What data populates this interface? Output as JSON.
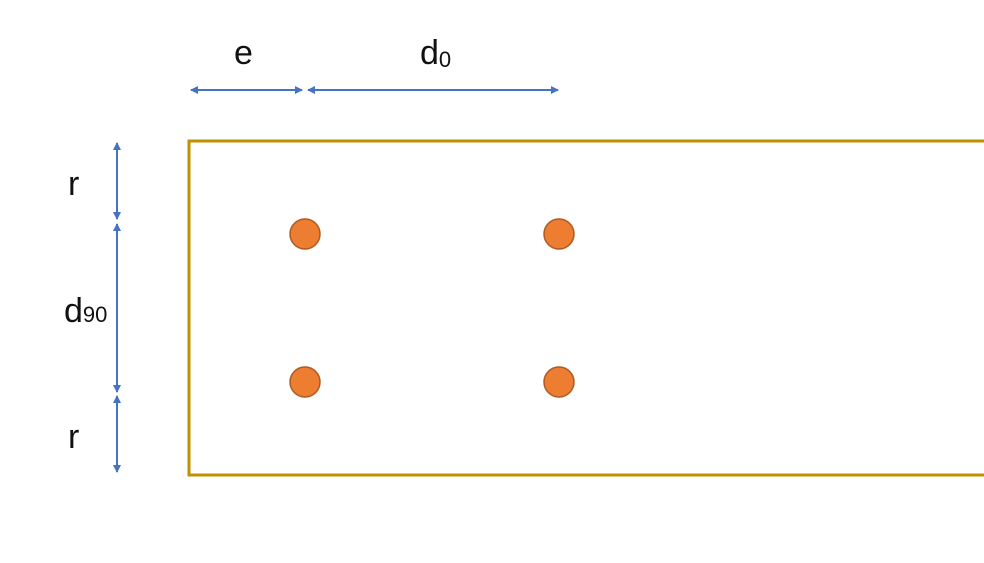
{
  "labels": {
    "e": "e",
    "d0_main": "d",
    "d0_sub": "0",
    "r_top": "r",
    "d90_main": "d",
    "d90_sub": "90",
    "r_bottom": "r"
  },
  "colors": {
    "plate_border": "#BF9000",
    "arrow": "#4472C4",
    "bolt_fill": "#ED7D31",
    "bolt_stroke": "#AE5A21",
    "text": "#111111"
  },
  "bolts": [
    {
      "id": "bolt-top-left"
    },
    {
      "id": "bolt-top-right"
    },
    {
      "id": "bolt-bottom-left"
    },
    {
      "id": "bolt-bottom-right"
    }
  ]
}
